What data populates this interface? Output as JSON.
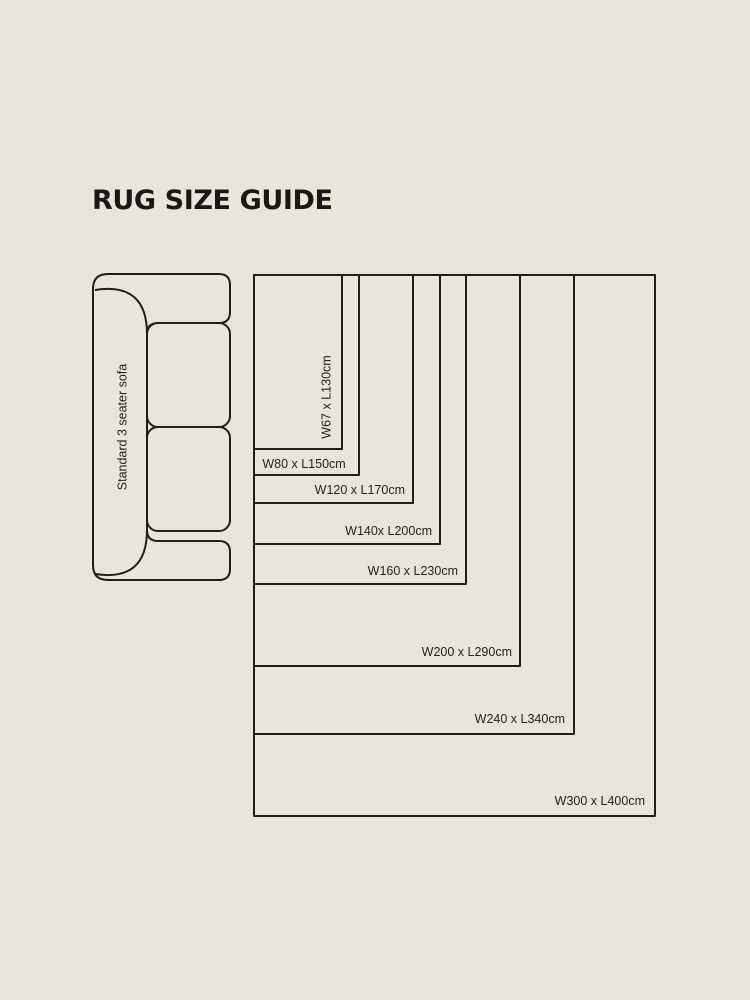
{
  "title": "RUG SIZE GUIDE",
  "sofa": {
    "label": "Standard 3 seater sofa"
  },
  "rugs": [
    {
      "label": "W67 x L130cm",
      "width_cm": 67,
      "length_cm": 130,
      "label_orientation": "vertical"
    },
    {
      "label": "W80 x L150cm",
      "width_cm": 80,
      "length_cm": 150
    },
    {
      "label": "W120 x L170cm",
      "width_cm": 120,
      "length_cm": 170
    },
    {
      "label": "W140x L200cm",
      "width_cm": 140,
      "length_cm": 200
    },
    {
      "label": "W160 x L230cm",
      "width_cm": 160,
      "length_cm": 230
    },
    {
      "label": "W200 x L290cm",
      "width_cm": 200,
      "length_cm": 290
    },
    {
      "label": "W240 x L340cm",
      "width_cm": 240,
      "length_cm": 340
    },
    {
      "label": "W300 x L400cm",
      "width_cm": 300,
      "length_cm": 400
    }
  ],
  "colors": {
    "background": "#e8e6db",
    "line": "#1f1e1b",
    "text": "#1d1c1a"
  }
}
